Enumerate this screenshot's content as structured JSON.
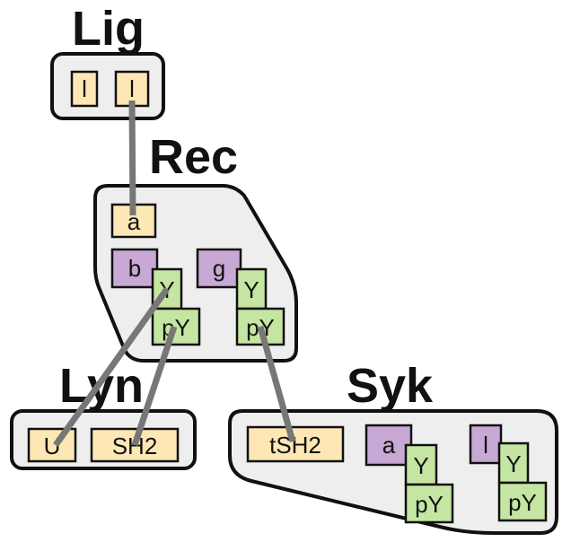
{
  "colors": {
    "component": "#fde7b4",
    "domain": "#c8a8d4",
    "tyrosine": "#c5e5a3",
    "bond": "#777777",
    "group_fill": "#eeeeee"
  },
  "molecules": {
    "lig": {
      "title": "Lig",
      "sites": {
        "l1": "l",
        "l2": "l"
      }
    },
    "rec": {
      "title": "Rec",
      "sites": {
        "a": "a",
        "b": "b",
        "b_y": "Y",
        "b_py": "pY",
        "g": "g",
        "g_y": "Y",
        "g_py": "pY"
      }
    },
    "lyn": {
      "title": "Lyn",
      "sites": {
        "u": "U",
        "sh2": "SH2"
      }
    },
    "syk": {
      "title": "Syk",
      "sites": {
        "tsh2": "tSH2",
        "a": "a",
        "a_y": "Y",
        "a_py": "pY",
        "l": "l",
        "l_y": "Y",
        "l_py": "pY"
      }
    }
  }
}
